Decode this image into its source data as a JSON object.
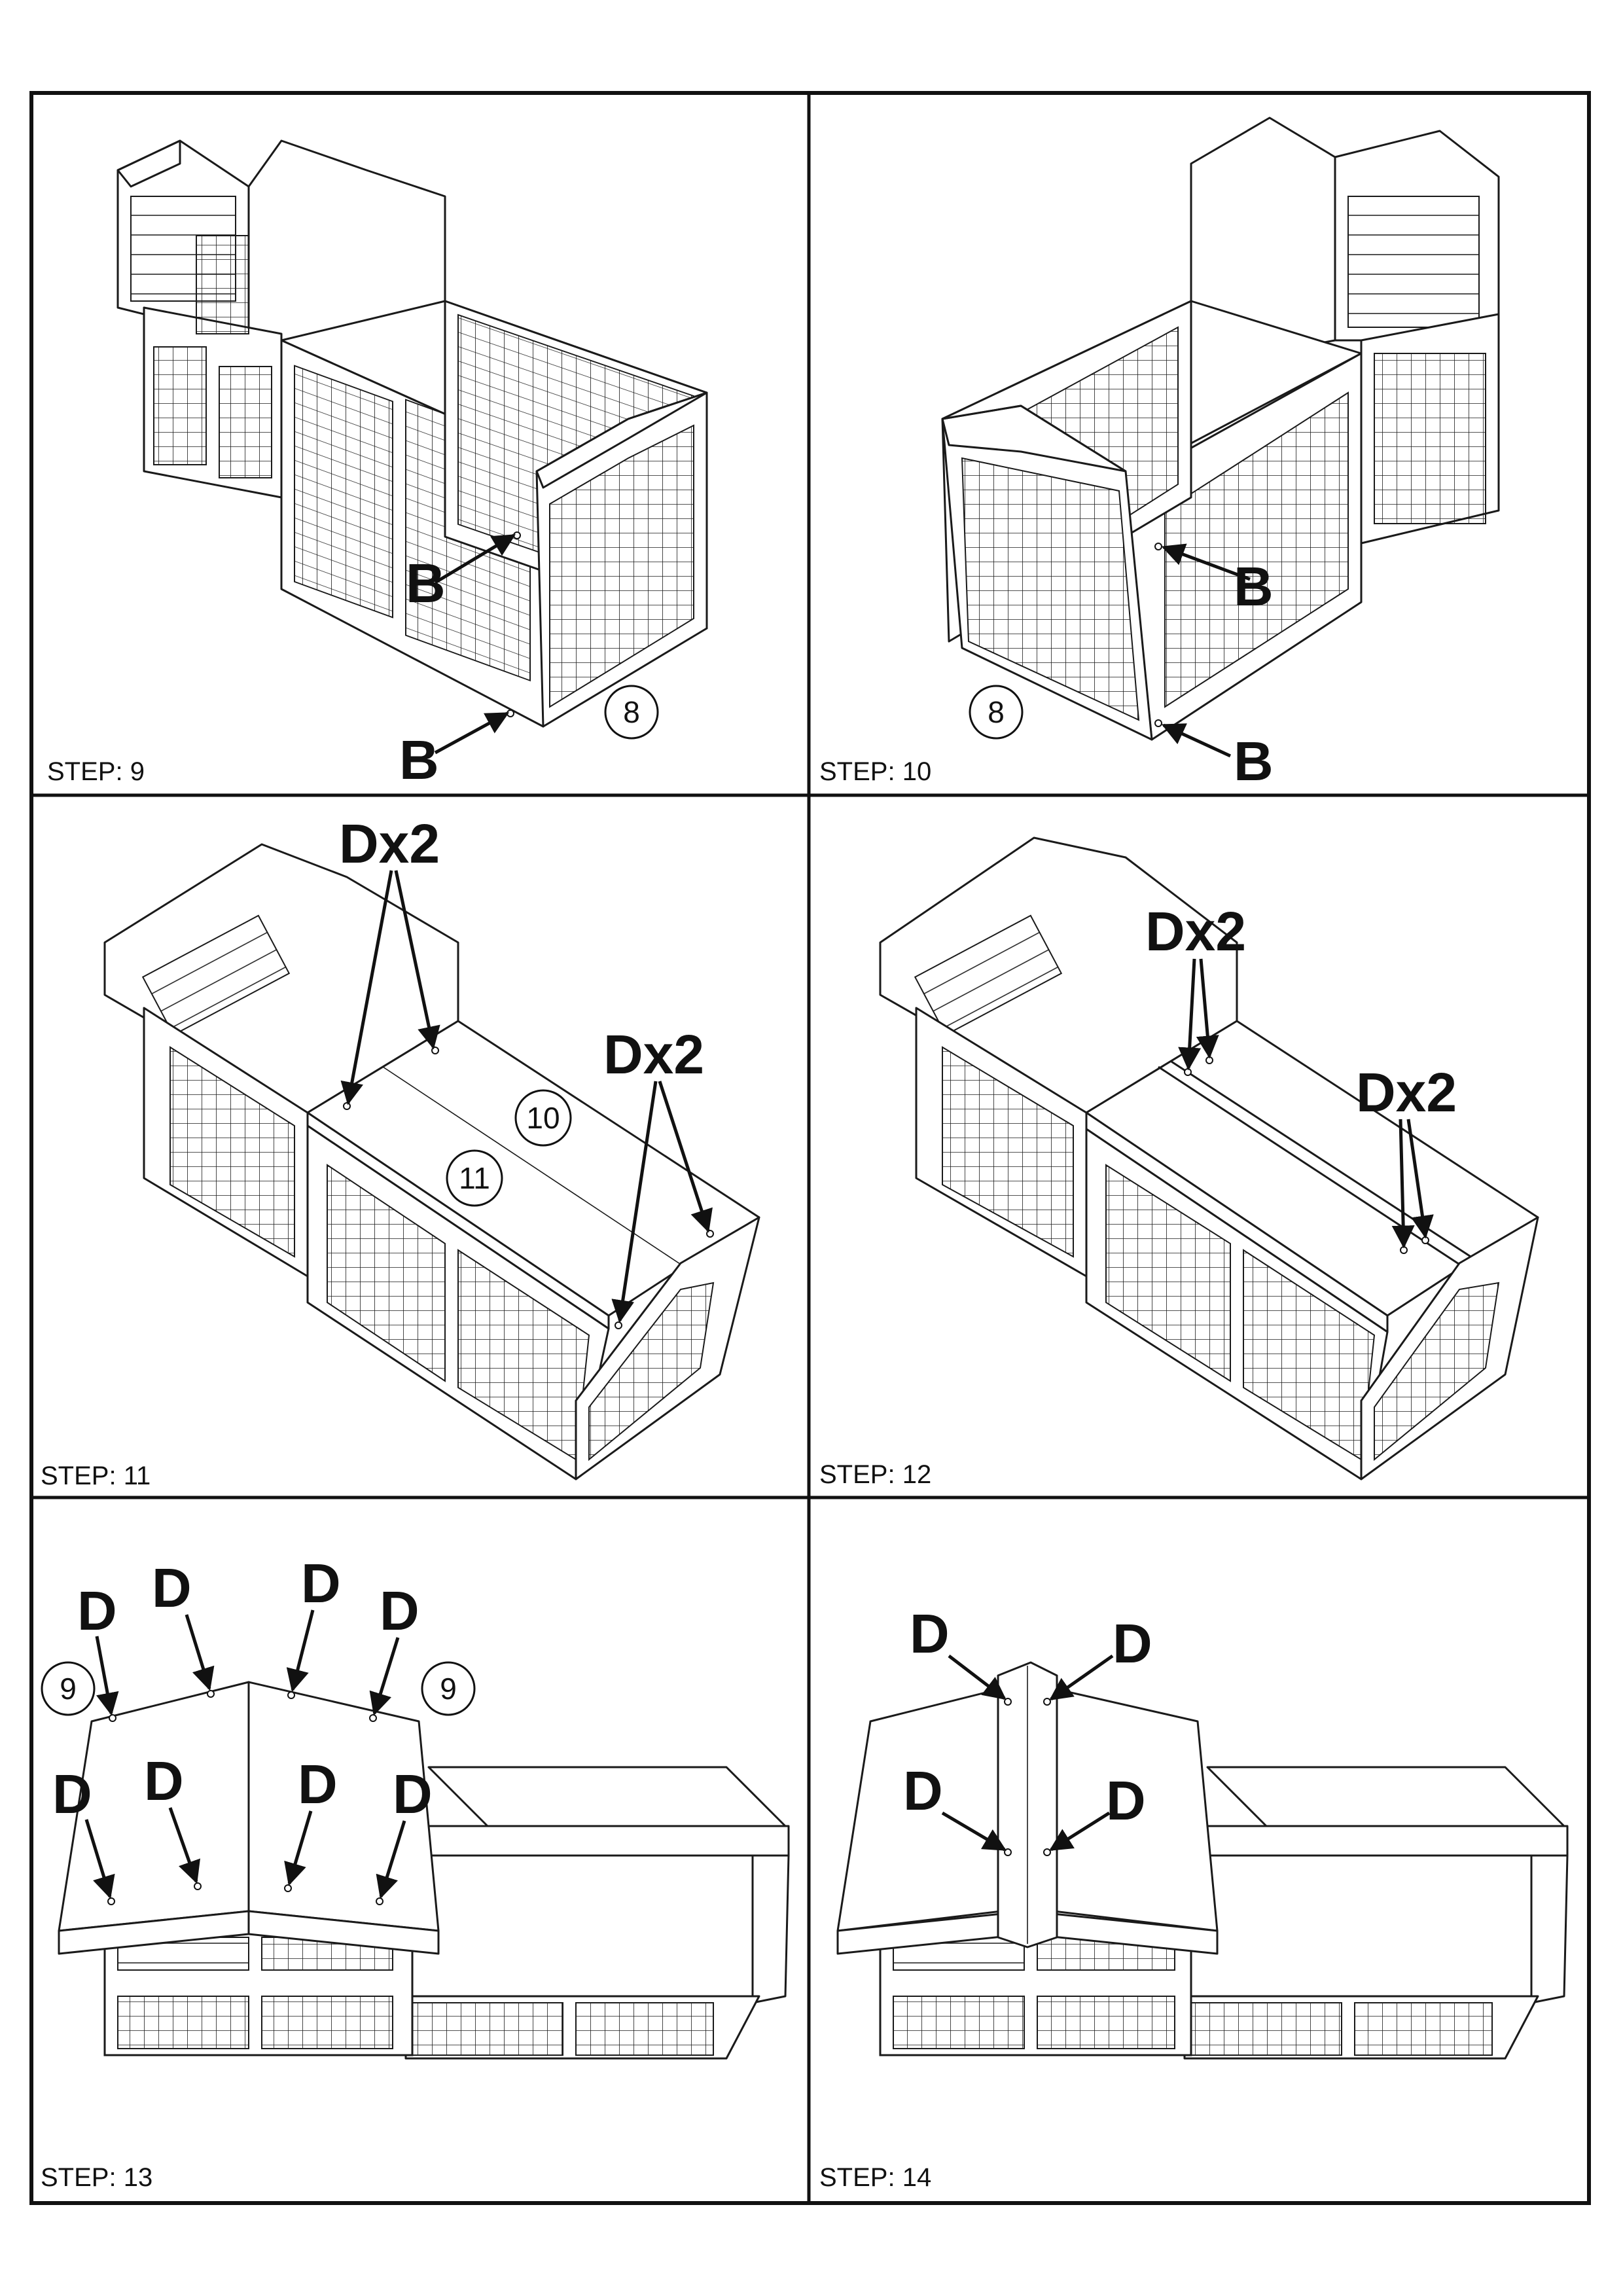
{
  "panels": [
    {
      "step": "STEP: 9",
      "labels": [
        "B",
        "B"
      ],
      "part": "8"
    },
    {
      "step": "STEP: 10",
      "labels": [
        "B",
        "B"
      ],
      "part": "8"
    },
    {
      "step": "STEP: 11",
      "labels": [
        "Dx2",
        "Dx2"
      ],
      "parts": [
        "10",
        "11"
      ]
    },
    {
      "step": "STEP: 12",
      "labels": [
        "Dx2",
        "Dx2"
      ]
    },
    {
      "step": "STEP: 13",
      "labels": [
        "D",
        "D",
        "D",
        "D",
        "D",
        "D",
        "D",
        "D"
      ],
      "parts": [
        "9",
        "9"
      ]
    },
    {
      "step": "STEP: 14",
      "labels": [
        "D",
        "D",
        "D",
        "D"
      ]
    }
  ]
}
